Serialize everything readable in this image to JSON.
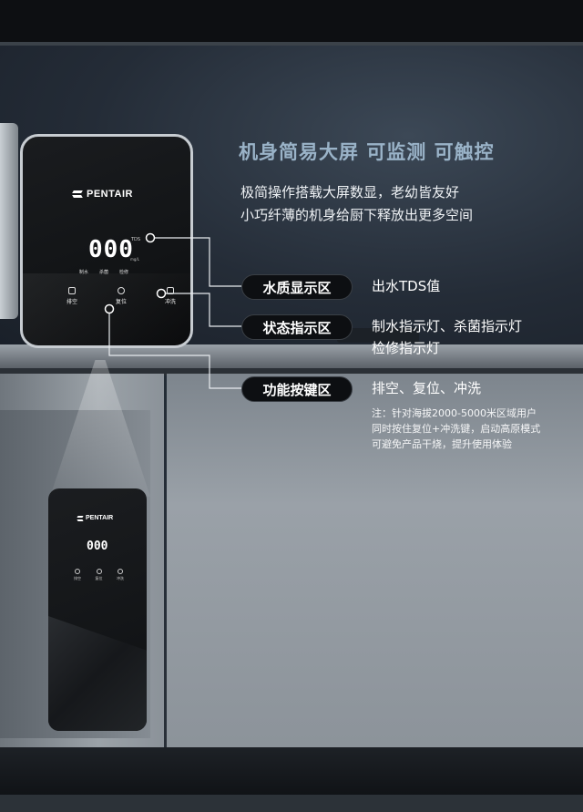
{
  "headline": "机身简易大屏 可监测 可触控",
  "description": [
    "极简操作搭载大屏数显，老幼皆友好",
    "小巧纤薄的机身给厨下释放出更多空间"
  ],
  "device": {
    "brand": "PENTAIR",
    "tds_value": "000",
    "tds_label": "TDS",
    "tds_unit": "mg/L",
    "indicators": [
      "制水",
      "杀菌",
      "检修"
    ],
    "buttons": [
      {
        "label": "排空",
        "icon": "drain-icon"
      },
      {
        "label": "复位",
        "icon": "reset-icon"
      },
      {
        "label": "冲洗",
        "icon": "flush-icon"
      }
    ]
  },
  "small_device": {
    "brand": "PENTAIR",
    "tds_value": "000",
    "buttons": [
      "排空",
      "复位",
      "冲洗"
    ]
  },
  "callouts": [
    {
      "title": "水质显示区",
      "lines": [
        "出水TDS值"
      ]
    },
    {
      "title": "状态指示区",
      "lines": [
        "制水指示灯、杀菌指示灯",
        "检修指示灯"
      ]
    },
    {
      "title": "功能按键区",
      "lines": [
        "排空、复位、冲洗"
      ]
    }
  ],
  "note": [
    "注：针对海拔2000-5000米区域用户",
    "同时按住复位+冲洗键，启动高原模式",
    "可避免产品干烧，提升使用体验"
  ],
  "colors": {
    "headline": "#9ab3c8",
    "pill_bg": "#0d0f12",
    "device_frame": "#c7ccd1"
  }
}
